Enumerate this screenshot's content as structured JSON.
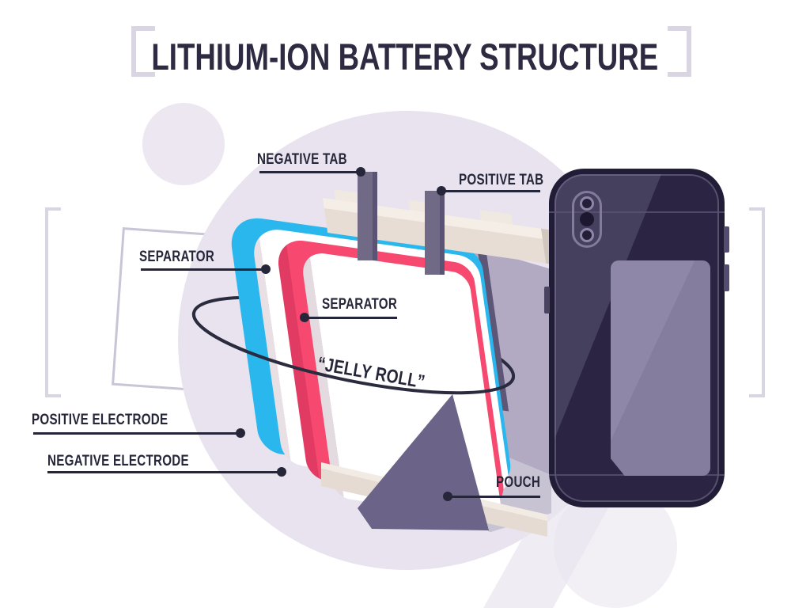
{
  "title": {
    "text": "LITHIUM-ION BATTERY STRUCTURE"
  },
  "labels": {
    "negative_tab": "NEGATIVE TAB",
    "positive_tab": "POSITIVE TAB",
    "separator_top": "SEPARATOR",
    "separator_front": "SEPARATOR",
    "jelly_roll": "“JELLY ROLL”",
    "positive_electrode": "POSITIVE ELECTRODE",
    "negative_electrode": "NEGATIVE ELECTRODE",
    "pouch": "POUCH"
  },
  "colors": {
    "ink": "#26263a",
    "title_ink": "#2d2a41",
    "electrode_cyan": "#29b7ee",
    "electrode_pink": "#f7486f",
    "separator_white": "#ffffff",
    "seal_cream": "#e7ddd4",
    "tab_gray": "#6f6885",
    "pouch_side_gray": "#b2aac2",
    "pouch_fold_purple": "#6b6388",
    "phone_body": "#2a2342",
    "phone_frame": "#221d36",
    "phone_battery": "#8a82a2",
    "background_circle": "#e8e3ee",
    "bracket_gray": "#d9d5e2"
  }
}
